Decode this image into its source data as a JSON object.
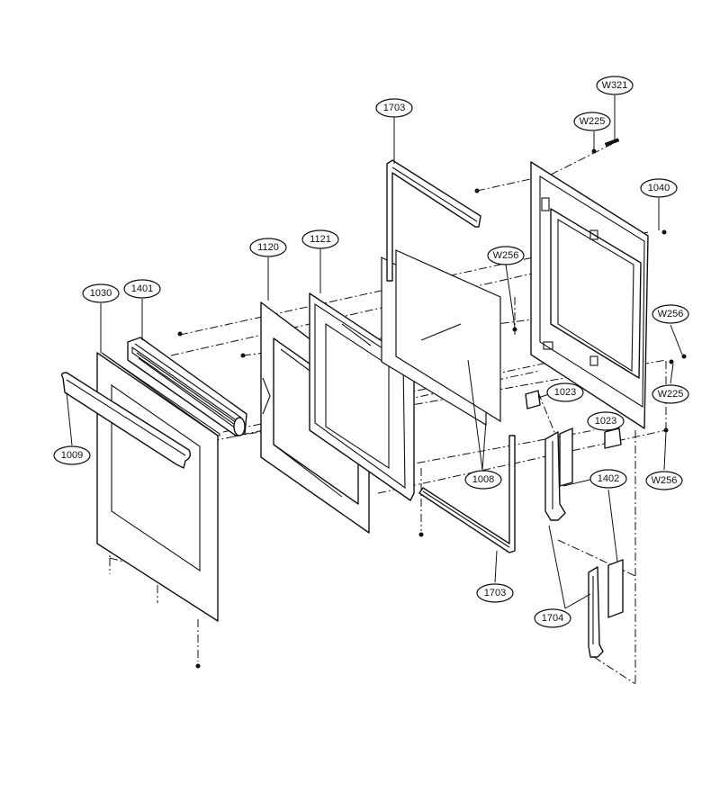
{
  "callouts": {
    "c1703_top": "1703",
    "cW321": "W321",
    "cW225_top": "W225",
    "c1040": "1040",
    "c1120": "1120",
    "c1121": "1121",
    "cW256_top": "W256",
    "c1030": "1030",
    "c1401": "1401",
    "cW256_right": "W256",
    "c1023_left": "1023",
    "cW225_right": "W225",
    "c1023_right": "1023",
    "c1009": "1009",
    "c1008": "1008",
    "c1402": "1402",
    "cW256_bottom": "W256",
    "c1703_bottom": "1703",
    "c1704": "1704"
  }
}
